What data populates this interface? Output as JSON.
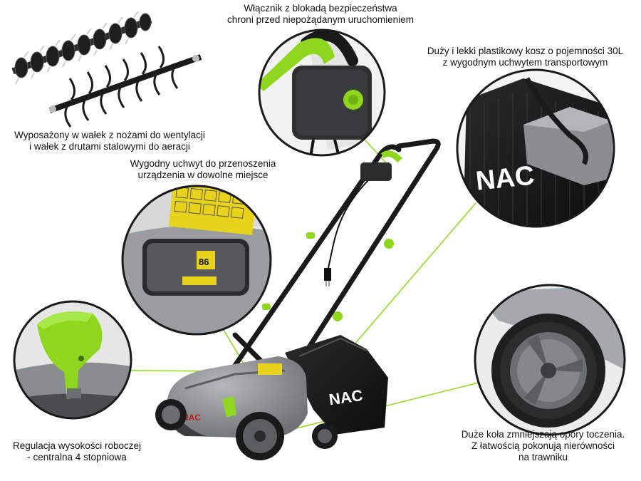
{
  "colors": {
    "accent_green": "#8fd61f",
    "body_grey": "#8a8d8f",
    "dark_grey": "#3a3c3e",
    "black": "#141414",
    "label_yellow": "#e8d21b"
  },
  "product": {
    "logo_text": "NAC",
    "height_dial_value": "86"
  },
  "features": {
    "switch": {
      "line1": "Włącznik z blokadą bezpieczeństwa",
      "line2": "chroni przed niepożądanym uruchomieniem"
    },
    "basket": {
      "line1": "Duży i lekki plastikowy kosz o pojemności 30L",
      "line2": "z wygodnym uchwytem transportowym"
    },
    "rollers": {
      "line1": "Wyposażony w wałek z nożami  do wentylacji",
      "line2": "i wałek z drutami stalowymi do aeracji"
    },
    "handle": {
      "line1": "Wygodny uchwyt do przenoszenia",
      "line2": "urządzenia w dowolne miejsce"
    },
    "height": {
      "line1": "Regulacja wysokości roboczej",
      "line2": "- centralna 4 stopniowa"
    },
    "wheels": {
      "line1": "Duże koła zmniejszają opory toczenia.",
      "line2": "Z łatwością pokonują nierówności",
      "line3": "na trawniku"
    }
  }
}
